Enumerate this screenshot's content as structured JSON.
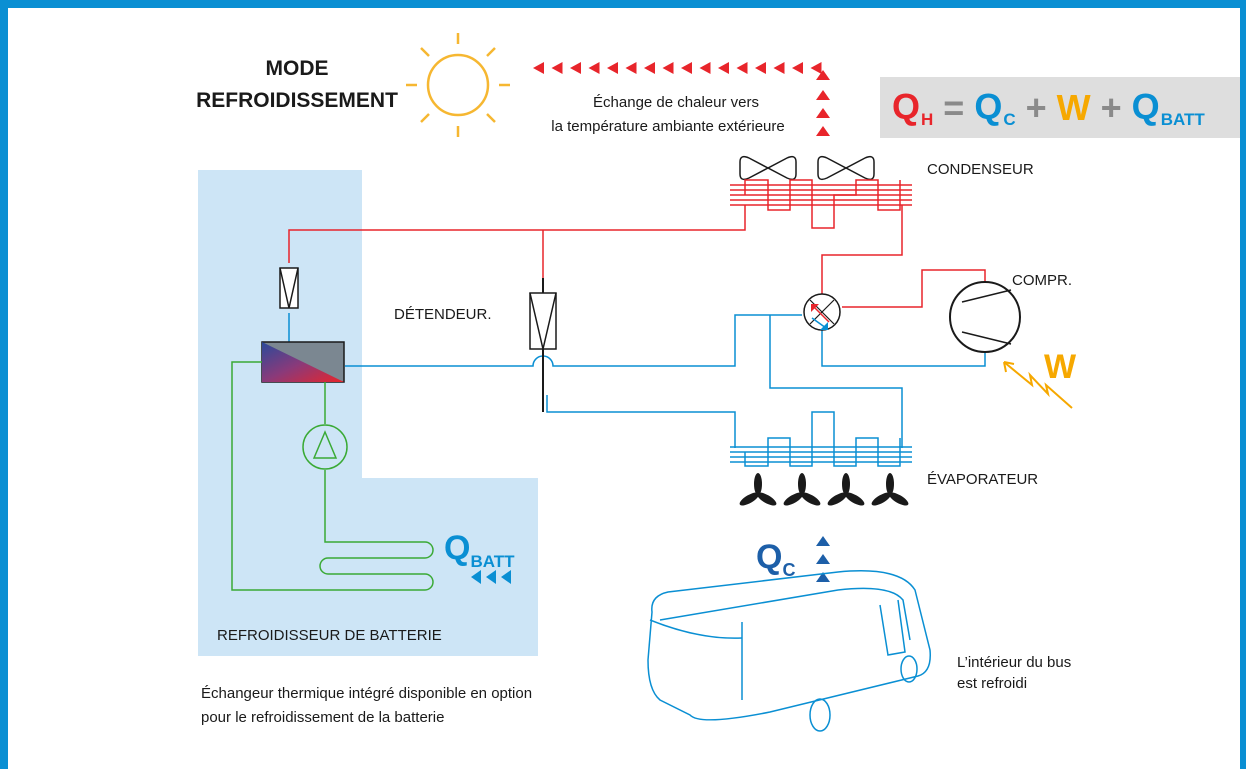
{
  "title": {
    "line1": "MODE",
    "line2": "REFROIDISSEMENT"
  },
  "heat_exchange": {
    "line1": "Échange de chaleur vers",
    "line2": "la température ambiante extérieure"
  },
  "formula": {
    "qh": "Q",
    "qh_sub": "H",
    "eq": "=",
    "qc": "Q",
    "qc_sub": "C",
    "plus1": "+",
    "w": "W",
    "plus2": "+",
    "qbatt": "Q",
    "qbatt_sub": "BATT"
  },
  "labels": {
    "condenser": "CONDENSEUR",
    "compressor": "COMPR.",
    "expansion": "DÉTENDEUR.",
    "evaporator": "ÉVAPORATEUR",
    "battery_cooler": "REFROIDISSEUR DE BATTERIE",
    "w_symbol": "W",
    "qbatt": "Q",
    "qbatt_sub": "BATT",
    "qc": "Q",
    "qc_sub": "C"
  },
  "notes": {
    "option_line1": "Échangeur thermique intégré disponible en option",
    "option_line2": "pour le refroidissement de la batterie",
    "bus_line1": "L’intérieur du bus",
    "bus_line2": "est refroidi"
  },
  "colors": {
    "red": "#e8252b",
    "blue": "#0a8fd3",
    "green": "#3aaa35",
    "orange": "#f6a800",
    "lightblue": "#cde5f6",
    "navy": "#1d5fa8"
  },
  "icons": [
    "sun-icon",
    "fan-icon",
    "propeller-icon",
    "compressor-icon",
    "four-way-valve-icon",
    "pump-icon",
    "bus-icon",
    "lightning-icon"
  ]
}
